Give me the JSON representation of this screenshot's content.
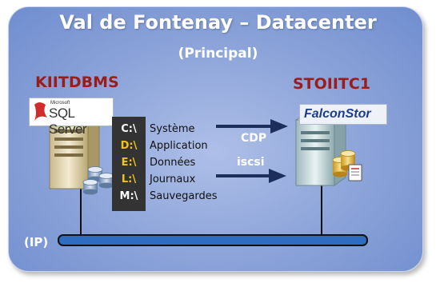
{
  "title": "Val de Fontenay – Datacenter",
  "subtitle": "(Principal)",
  "servers": {
    "left": {
      "name": "KIITDBMS",
      "logo": "SQL Server",
      "logo_small": "Microsoft"
    },
    "right": {
      "name": "STOIITC1",
      "logo": "FalconStor"
    }
  },
  "drives": [
    {
      "letter": "C:\\",
      "folder": "Système",
      "color": "#ffffff"
    },
    {
      "letter": "D:\\",
      "folder": "Application",
      "color": "#f0c419"
    },
    {
      "letter": "E:\\",
      "folder": "Données",
      "color": "#f0c419"
    },
    {
      "letter": "L:\\",
      "folder": "Journaux",
      "color": "#f0c419"
    },
    {
      "letter": "M:\\",
      "folder": "Sauvegardes",
      "color": "#ffffff"
    }
  ],
  "links": [
    {
      "label": "CDP"
    },
    {
      "label": "iscsi"
    }
  ],
  "network": {
    "label": "(IP)"
  },
  "colors": {
    "server_name": "#9a1c1c",
    "background": "#8aa2d8",
    "arrow": "#1c2f5c",
    "bus": "#2d6cc0"
  }
}
